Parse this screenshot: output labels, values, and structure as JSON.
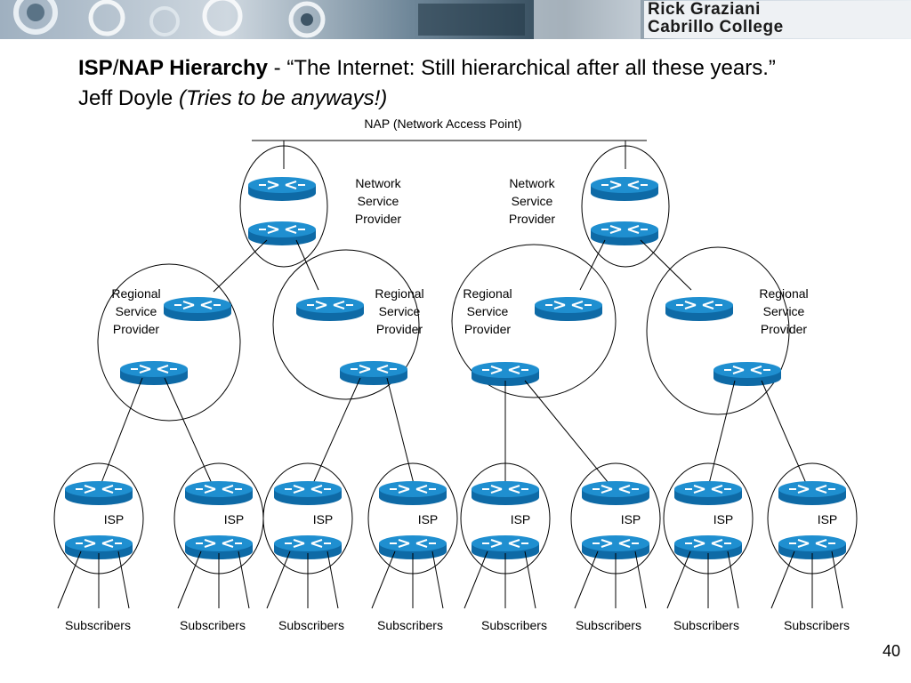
{
  "banner": {
    "author_line1": "Rick Graziani",
    "author_line2": "Cabrillo College"
  },
  "slide": {
    "title_bold1": "ISP",
    "title_sep": "/",
    "title_bold2": "NAP Hierarchy",
    "title_rest": " - “The Internet: Still hierarchical after all these years.”  Jeff Doyle    ",
    "title_italic": "(Tries to be anyways!)",
    "page_number": "40"
  },
  "diagram": {
    "nap_label": "NAP (Network Access Point)",
    "nsp_labels": [
      [
        "Network",
        "Service",
        "Provider"
      ],
      [
        "Network",
        "Service",
        "Provider"
      ]
    ],
    "rsp_labels": [
      [
        "Regional",
        "Service",
        "Provider"
      ],
      [
        "Regional",
        "Service",
        "Provider"
      ],
      [
        "Regional",
        "Service",
        "Provider"
      ],
      [
        "Regional",
        "Service",
        "Provider"
      ]
    ],
    "isp_labels": [
      "ISP",
      "ISP",
      "ISP",
      "ISP",
      "ISP",
      "ISP",
      "ISP",
      "ISP"
    ],
    "subscriber_labels": [
      "Subscribers",
      "Subscribers",
      "Subscribers",
      "Subscribers",
      "Subscribers",
      "Subscribers",
      "Subscribers",
      "Subscribers"
    ],
    "router_color": "#1f8fd0",
    "line_color": "#000000"
  }
}
